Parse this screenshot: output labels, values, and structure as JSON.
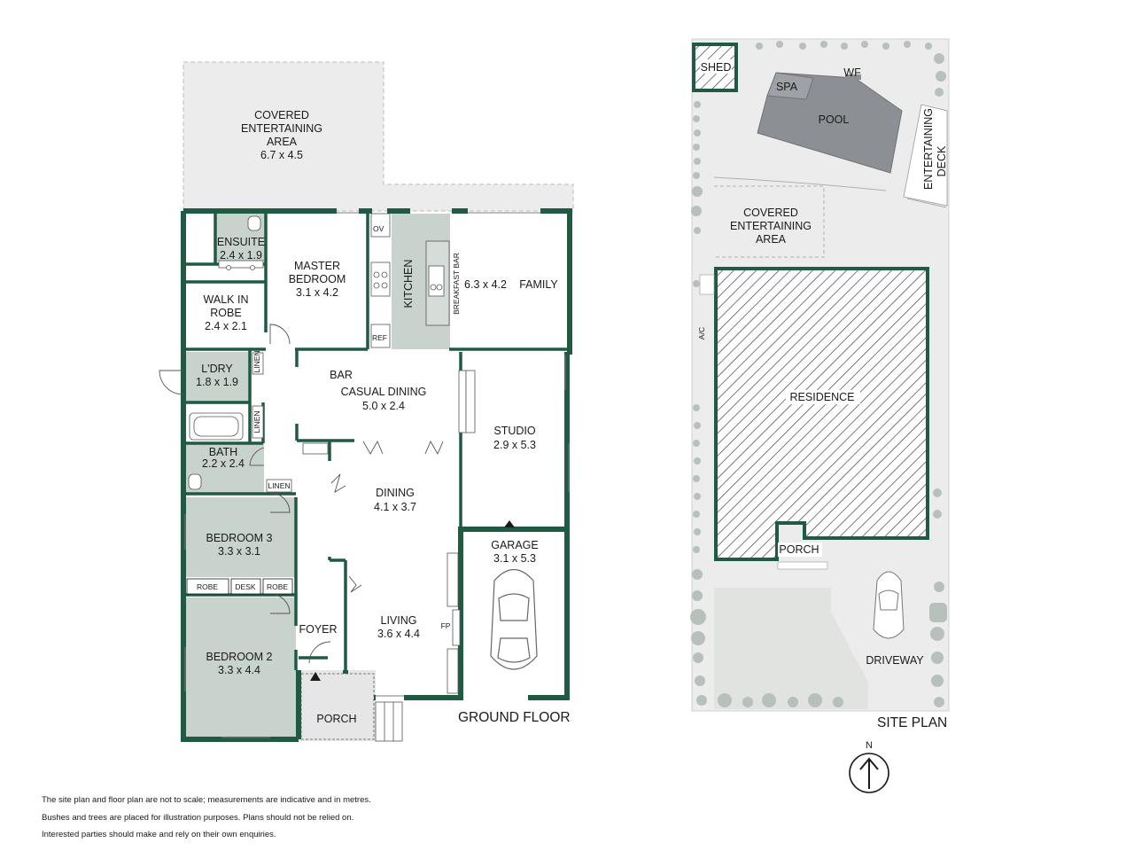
{
  "colors": {
    "wall": "#1f5a42",
    "shade": "#c9d3cd",
    "light": "#ececec",
    "lawn": "#e1e3e1",
    "pool": "#8c8f93"
  },
  "floor_plan": {
    "title": "GROUND FLOOR",
    "rooms": {
      "covered_entertaining": {
        "line1": "COVERED",
        "line2": "ENTERTAINING",
        "line3": "AREA",
        "size": "6.7 x 4.5"
      },
      "ensuite": {
        "name": "ENSUITE",
        "size": "2.4 x 1.9"
      },
      "master_bedroom": {
        "line1": "MASTER",
        "line2": "BEDROOM",
        "size": "3.1 x 4.2"
      },
      "walk_in_robe": {
        "line1": "WALK IN",
        "line2": "ROBE",
        "size": "2.4 x 2.1"
      },
      "kitchen": {
        "name": "KITCHEN",
        "oven": "OV",
        "fridge": "REF",
        "breakfast_bar": "BREAKFAST BAR"
      },
      "family": {
        "name": "FAMILY",
        "size": "6.3 x 4.2"
      },
      "laundry": {
        "name": "L'DRY",
        "size": "1.8 x 1.9"
      },
      "linen_1": "LINEN",
      "linen_2": "LINEN",
      "linen_3": "LINEN",
      "bar": "BAR",
      "casual_dining": {
        "name": "CASUAL DINING",
        "size": "5.0 x 2.4"
      },
      "studio": {
        "name": "STUDIO",
        "size": "2.9 x 5.3"
      },
      "bath": {
        "name": "BATH",
        "size": "2.2 x 2.4"
      },
      "dining": {
        "name": "DINING",
        "size": "4.1 x 3.7"
      },
      "garage": {
        "name": "GARAGE",
        "size": "3.1 x 5.3"
      },
      "bedroom3": {
        "name": "BEDROOM 3",
        "size": "3.3 x 3.1",
        "robe_a": "ROBE",
        "desk": "DESK",
        "robe_b": "ROBE"
      },
      "foyer": "FOYER",
      "living": {
        "name": "LIVING",
        "size": "3.6 x 4.4",
        "fireplace": "FP"
      },
      "bedroom2": {
        "name": "BEDROOM 2",
        "size": "3.3 x 4.4"
      },
      "porch": "PORCH"
    }
  },
  "site_plan": {
    "title": "SITE PLAN",
    "labels": {
      "shed": "SHED",
      "spa": "SPA",
      "wf": "WF",
      "pool": "POOL",
      "entertaining_deck_1": "ENTERTAINING",
      "entertaining_deck_2": "DECK",
      "covered_1": "COVERED",
      "covered_2": "ENTERTAINING",
      "covered_3": "AREA",
      "ac": "A/C",
      "residence": "RESIDENCE",
      "porch": "PORCH",
      "driveway": "DRIVEWAY"
    },
    "north": "N"
  },
  "disclaimer": [
    "The site plan and floor plan are not to scale; measurements are indicative and in metres.",
    "Bushes and trees are placed for illustration purposes. Plans should not be relied on.",
    "Interested parties should make and rely on their own enquiries."
  ]
}
